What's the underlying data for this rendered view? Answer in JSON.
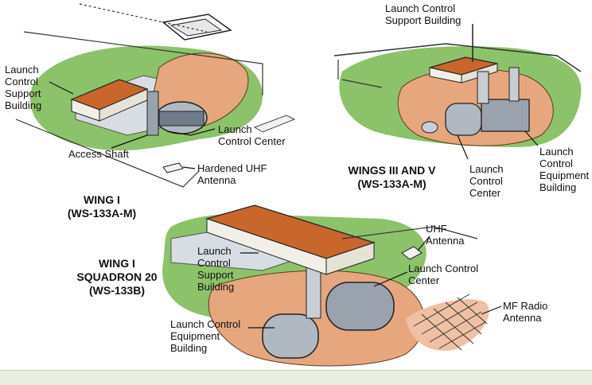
{
  "titles": {
    "wing1": "WING I\n(WS-133A-M)",
    "wings35": "WINGS III AND V\n(WS-133A-M)",
    "sq20": "WING I\nSQUADRON 20\n(WS-133B)"
  },
  "labels": {
    "w1_lcsb": "Launch\nControl\nSupport\nBuilding",
    "w1_lcc": "Launch\nControl Center",
    "w1_shaft": "Access Shaft",
    "w1_uhf": "Hardened UHF\nAntenna",
    "w35_lcsb": "Launch Control\nSupport Building",
    "w35_lcc": "Launch\nControl\nCenter",
    "w35_lceb": "Launch\nControl\nEquipment\nBuilding",
    "sq_lcsb": "Launch\nControl\nSupport\nBuilding",
    "sq_uhf": "UHF\nAntenna",
    "sq_lcc": "Launch Control\nCenter",
    "sq_lceb": "Launch Control\nEquipment\nBuilding",
    "sq_mf": "MF Radio\nAntenna"
  },
  "colors": {
    "grass": "#8cc36a",
    "dirt": "#e6a77e",
    "roof": "#c8662c",
    "pavement": "#d7dde3"
  }
}
